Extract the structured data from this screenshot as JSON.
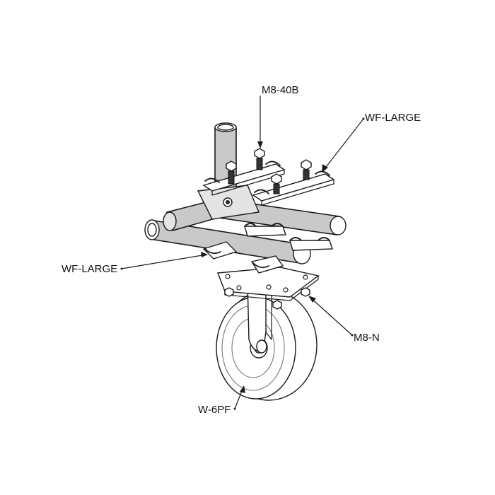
{
  "labels": {
    "bolt": "M8-40B",
    "bracket_top": "WF-LARGE",
    "bracket_left": "WF-LARGE",
    "nut": "M8-N",
    "wheel": "W-6PF"
  },
  "colors": {
    "line": "#1a1a1a",
    "tube_fill": "#c9c9c9",
    "background": "#ffffff"
  }
}
